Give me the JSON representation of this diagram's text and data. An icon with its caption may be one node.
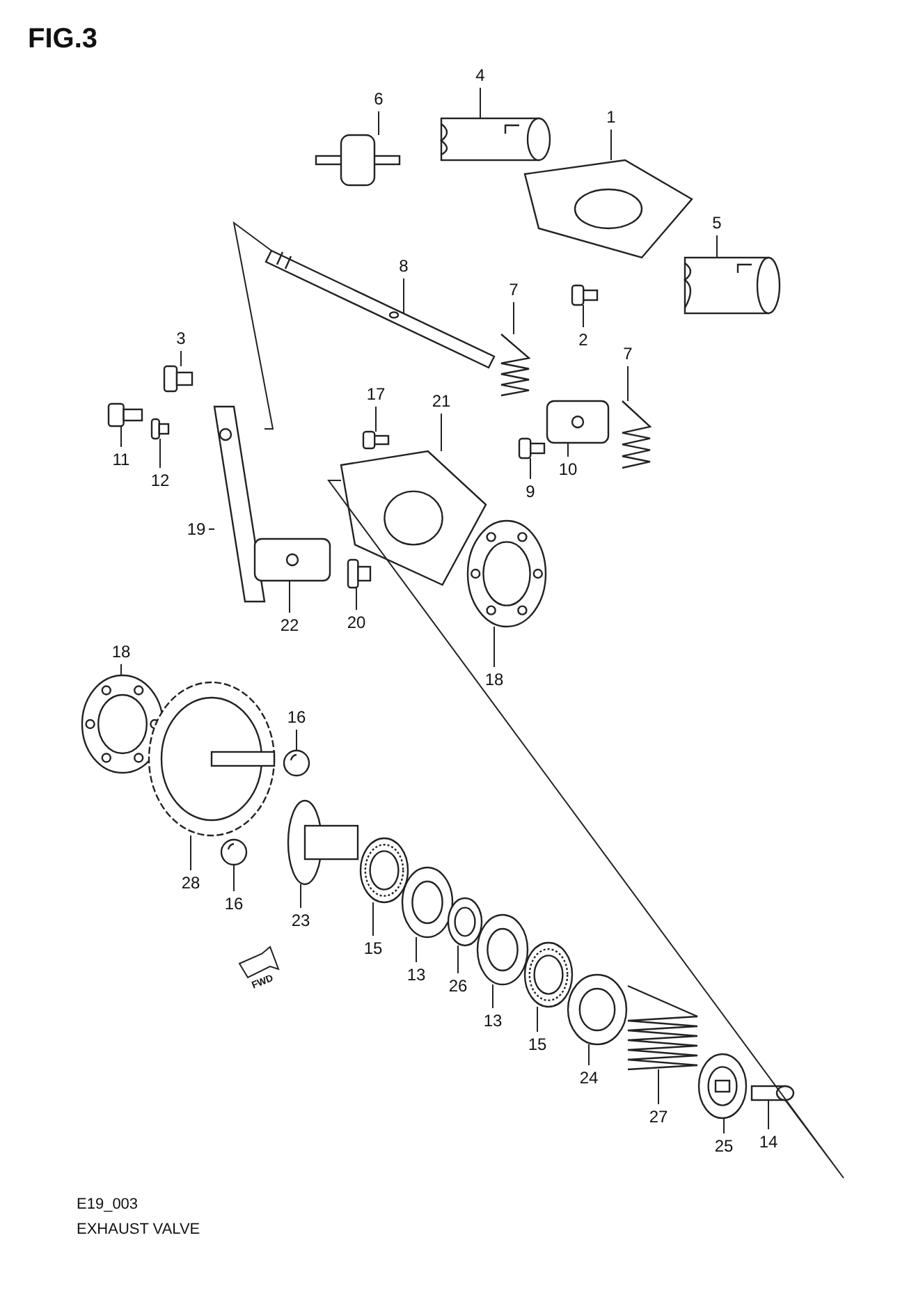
{
  "diagram": {
    "title": "FIG.3",
    "caption": "EXHAUST VALVE",
    "nodes": [
      {
        "text": [
          "6"
        ]
      },
      {
        "text": [],
        "shape": "picture"
      },
      {
        "text": [
          "4"
        ]
      },
      {
        "text": [],
        "shape": "picture"
      },
      {
        "text": [
          "1"
        ]
      },
      {
        "text": [],
        "shape": "picture"
      },
      {
        "text": [
          "5"
        ]
      },
      {
        "text": [],
        "shape": "picture"
      },
      {
        "text": [
          "8"
        ]
      },
      {
        "text": [],
        "shape": "picture"
      },
      {
        "text": [
          "7"
        ]
      },
      {
        "text": [],
        "shape": "picture"
      },
      {
        "text": [
          "2"
        ]
      },
      {
        "text": [],
        "shape": "picture"
      },
      {
        "text": [
          "3"
        ]
      },
      {
        "text": [],
        "shape": "picture"
      },
      {
        "text": [
          "7"
        ]
      },
      {
        "text": [],
        "shape": "picture"
      },
      {
        "text": [
          "17"
        ]
      },
      {
        "text": [],
        "shape": "picture"
      },
      {
        "text": [
          "21"
        ]
      },
      {
        "text": [],
        "shape": "picture"
      },
      {
        "text": [
          "11"
        ]
      },
      {
        "text": [],
        "shape": "picture"
      },
      {
        "text": [
          "12"
        ]
      },
      {
        "text": [],
        "shape": "picture"
      },
      {
        "text": [
          "10"
        ]
      },
      {
        "text": [],
        "shape": "picture"
      },
      {
        "text": [
          "9"
        ]
      },
      {
        "text": [],
        "shape": "picture"
      },
      {
        "text": [
          "19"
        ]
      },
      {
        "text": [],
        "shape": "picture"
      },
      {
        "text": [
          "22"
        ]
      },
      {
        "text": [],
        "shape": "picture"
      },
      {
        "text": [
          "20"
        ]
      },
      {
        "text": [],
        "shape": "picture"
      },
      {
        "text": [
          "18"
        ]
      },
      {
        "text": [],
        "shape": "picture"
      },
      {
        "text": [
          "18"
        ]
      },
      {
        "text": [],
        "shape": "picture"
      },
      {
        "text": [
          "16"
        ]
      },
      {
        "text": [],
        "shape": "circle"
      },
      {
        "text": [
          "28"
        ]
      },
      {
        "text": [],
        "shape": "picture"
      },
      {
        "text": [
          "16"
        ]
      },
      {
        "text": [],
        "shape": "circle"
      },
      {
        "text": [
          "23"
        ]
      },
      {
        "text": [],
        "shape": "picture"
      },
      {
        "text": [
          "15"
        ]
      },
      {
        "text": [],
        "shape": "picture"
      },
      {
        "text": [
          "13"
        ]
      },
      {
        "text": [],
        "shape": "picture"
      },
      {
        "text": [
          "26"
        ]
      },
      {
        "text": [],
        "shape": "picture"
      },
      {
        "text": [
          "13"
        ]
      },
      {
        "text": [],
        "shape": "picture"
      },
      {
        "text": [
          "15"
        ]
      },
      {
        "text": [],
        "shape": "picture"
      },
      {
        "text": [
          "24"
        ]
      },
      {
        "text": [],
        "shape": "picture"
      },
      {
        "text": [
          "27"
        ]
      },
      {
        "text": [],
        "shape": "picture"
      },
      {
        "text": [
          "25"
        ]
      },
      {
        "text": [],
        "shape": "picture"
      },
      {
        "text": [
          "14"
        ]
      },
      {
        "text": [],
        "shape": "picture"
      }
    ],
    "edges": [
      {
        "from": 0,
        "to": 1,
        "arrow": "none"
      },
      {
        "from": 2,
        "to": 3,
        "arrow": "none"
      },
      {
        "from": 4,
        "to": 5,
        "arrow": "none"
      },
      {
        "from": 6,
        "to": 7,
        "arrow": "none"
      },
      {
        "from": 8,
        "to": 9,
        "arrow": "none"
      },
      {
        "from": 10,
        "to": 11,
        "arrow": "none"
      },
      {
        "from": 12,
        "to": 13,
        "arrow": "none"
      },
      {
        "from": 14,
        "to": 15,
        "arrow": "none"
      },
      {
        "from": 16,
        "to": 17,
        "arrow": "none"
      },
      {
        "from": 18,
        "to": 19,
        "arrow": "none"
      },
      {
        "from": 20,
        "to": 21,
        "arrow": "none"
      },
      {
        "from": 22,
        "to": 23,
        "arrow": "none"
      },
      {
        "from": 24,
        "to": 25,
        "arrow": "none"
      },
      {
        "from": 26,
        "to": 27,
        "arrow": "none"
      },
      {
        "from": 28,
        "to": 29,
        "arrow": "none"
      },
      {
        "from": 30,
        "to": 31,
        "arrow": "none"
      },
      {
        "from": 32,
        "to": 33,
        "arrow": "none"
      },
      {
        "from": 34,
        "to": 35,
        "arrow": "none"
      },
      {
        "from": 36,
        "to": 37,
        "arrow": "none"
      },
      {
        "from": 38,
        "to": 39,
        "arrow": "none"
      },
      {
        "from": 40,
        "to": 41,
        "arrow": "none"
      },
      {
        "from": 42,
        "to": 43,
        "arrow": "none"
      },
      {
        "from": 44,
        "to": 45,
        "arrow": "none"
      },
      {
        "from": 46,
        "to": 47,
        "arrow": "none"
      },
      {
        "from": 48,
        "to": 49,
        "arrow": "none"
      },
      {
        "from": 50,
        "to": 51,
        "arrow": "none"
      },
      {
        "from": 52,
        "to": 53,
        "arrow": "none"
      },
      {
        "from": 54,
        "to": 55,
        "arrow": "none"
      },
      {
        "from": 56,
        "to": 57,
        "arrow": "none"
      },
      {
        "from": 58,
        "to": 59,
        "arrow": "none"
      },
      {
        "from": 60,
        "to": 61,
        "arrow": "none"
      },
      {
        "from": 62,
        "to": 63,
        "arrow": "none"
      },
      {
        "from": 64,
        "to": 65,
        "arrow": "none"
      },
      {
        "from": 9,
        "to": 31,
        "arrow": "none"
      },
      {
        "from": 21,
        "to": 65,
        "arrow": "none"
      }
    ],
    "labels": [
      "FWD",
      "E19_003"
    ]
  }
}
